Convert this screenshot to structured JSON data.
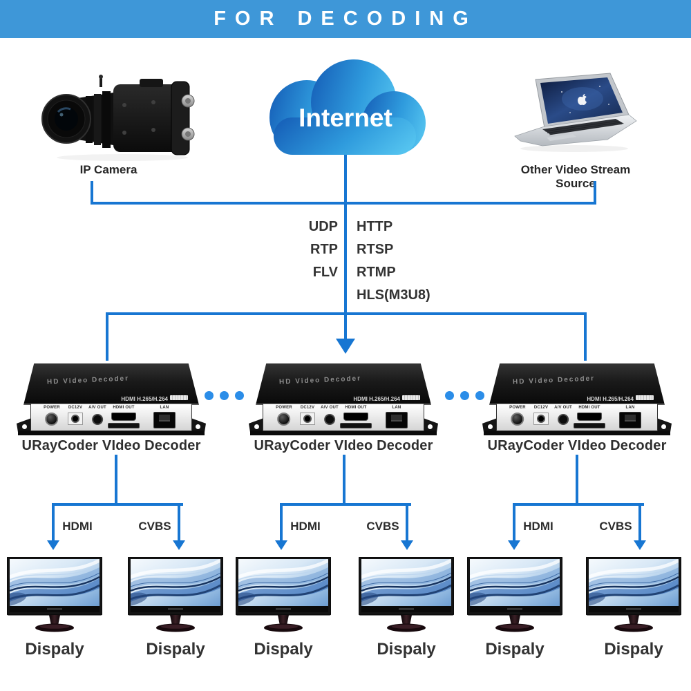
{
  "banner": {
    "title": "FOR DECODING",
    "bg_color": "#3E97D8"
  },
  "sources": {
    "camera": {
      "label": "IP Camera"
    },
    "internet": {
      "label": "Internet"
    },
    "laptop": {
      "label": "Other Video Stream Source"
    }
  },
  "protocols": {
    "left": [
      "UDP",
      "RTP",
      "FLV"
    ],
    "right": [
      "HTTP",
      "RTSP",
      "RTMP",
      "HLS(M3U8)"
    ]
  },
  "decoders": [
    {
      "name": "URayCoder VIdeo Decoder",
      "top_label": "HD Video Decoder",
      "spec_label": "HDMI H.265/H.264",
      "ports": [
        "POWER",
        "DC12V",
        "A/V OUT",
        "HDMI OUT",
        "LAN"
      ]
    },
    {
      "name": "URayCoder VIdeo Decoder",
      "top_label": "HD Video Decoder",
      "spec_label": "HDMI H.265/H.264",
      "ports": [
        "POWER",
        "DC12V",
        "A/V OUT",
        "HDMI OUT",
        "LAN"
      ]
    },
    {
      "name": "URayCoder VIdeo Decoder",
      "top_label": "HD Video Decoder",
      "spec_label": "HDMI H.265/H.264",
      "ports": [
        "POWER",
        "DC12V",
        "A/V OUT",
        "HDMI OUT",
        "LAN"
      ]
    }
  ],
  "branches": [
    {
      "hdmi": "HDMI",
      "cvbs": "CVBS"
    },
    {
      "hdmi": "HDMI",
      "cvbs": "CVBS"
    },
    {
      "hdmi": "HDMI",
      "cvbs": "CVBS"
    }
  ],
  "displays": [
    {
      "label": "Dispaly"
    },
    {
      "label": "Dispaly"
    },
    {
      "label": "Dispaly"
    },
    {
      "label": "Dispaly"
    },
    {
      "label": "Dispaly"
    },
    {
      "label": "Dispaly"
    }
  ],
  "colors": {
    "banner_bg": "#3E97D8",
    "line": "#1776D2",
    "ellipsis_dot": "#2B8DE8",
    "cloud_gradient": [
      "#1864BB",
      "#2F9BDD",
      "#54C3EF"
    ]
  }
}
